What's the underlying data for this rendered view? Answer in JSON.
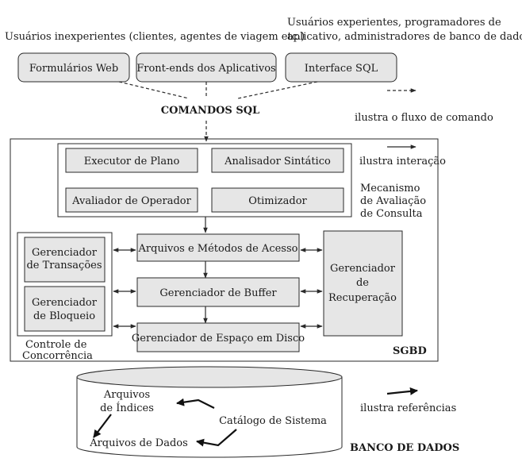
{
  "top_labels": {
    "novice_users": "Usuários inexperientes (clientes, agentes de viagem etc.)",
    "expert_users_line1": "Usuários experientes, programadores de",
    "expert_users_line2": "aplicativo, administradores de banco de dados"
  },
  "interfaces": {
    "web_forms": "Formulários Web",
    "app_frontends": "Front-ends dos Aplicativos",
    "sql_interface": "Interface SQL"
  },
  "sql_commands": "COMANDOS SQL",
  "query_engine": {
    "plan_executor": "Executor de Plano",
    "parser": "Analisador Sintático",
    "operator_evaluator": "Avaliador de Operador",
    "optimizer": "Otimizador",
    "caption_line1": "Mecanismo",
    "caption_line2": "de Avaliação",
    "caption_line3": "de Consulta"
  },
  "concurrency": {
    "transaction_manager_line1": "Gerenciador",
    "transaction_manager_line2": "de Transações",
    "lock_manager_line1": "Gerenciador",
    "lock_manager_line2": "de Bloqueio",
    "caption_line1": "Controle de",
    "caption_line2": "Concorrência"
  },
  "storage": {
    "access_methods": "Arquivos e Métodos de Acesso",
    "buffer_manager": "Gerenciador de Buffer",
    "disk_space_manager": "Gerenciador de Espaço em Disco"
  },
  "recovery": {
    "line1": "Gerenciador",
    "line2": "de",
    "line3": "Recuperação"
  },
  "sgbd": "SGBD",
  "database": {
    "index_files_line1": "Arquivos",
    "index_files_line2": "de Índices",
    "data_files": "Arquivos de Dados",
    "system_catalog": "Catálogo de Sistema",
    "caption": "BANCO DE DADOS"
  },
  "legend": {
    "command_flow": "ilustra o fluxo de comando",
    "interaction": "ilustra interação",
    "references": "ilustra referências"
  }
}
